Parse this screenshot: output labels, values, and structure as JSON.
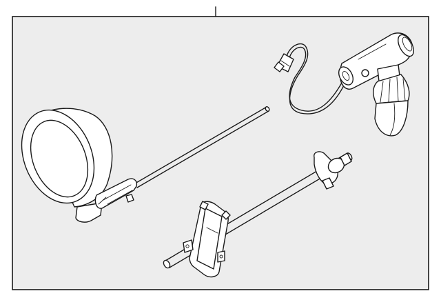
{
  "diagram": {
    "background_color": "#ededed",
    "line_color": "#1a1a1a",
    "parts": [
      "spot-lamp",
      "wired-handle",
      "mounting-bracket-rod"
    ]
  }
}
